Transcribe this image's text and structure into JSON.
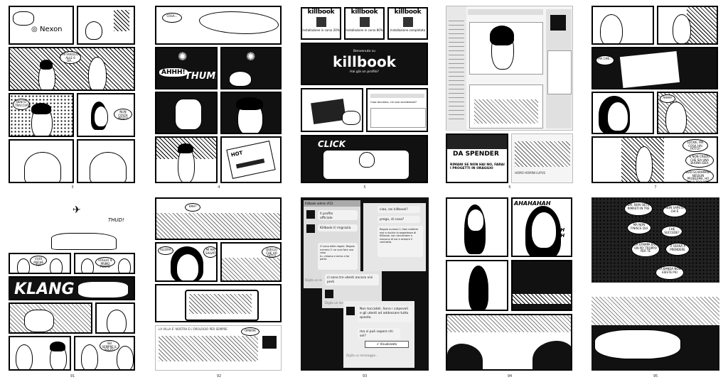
{
  "page_numbers": [
    "3",
    "4",
    "5",
    "6",
    "7",
    "91",
    "92",
    "93",
    "94",
    "95"
  ],
  "p3": {
    "nexon": "Nexon",
    "bubble_1": "MI SVEGLIO ALLE 6 DA...",
    "bubble_2": "BENTO TRACCIATO",
    "bubble_3": "NON COSTA MOLTO"
  },
  "p4": {
    "bubble_1": "COSA...",
    "sfx_ahhh": "AHHH!",
    "sfx_thump": "THUMP",
    "screen_hot": "HOT"
  },
  "p5": {
    "title_1": "killbook",
    "sub_1": "Installazione in corso 20%",
    "title_2": "killbook",
    "sub_2": "Installazione in corso 80%",
    "title_3": "killbook",
    "sub_3": "Installazione completata",
    "banner_welcome": "Benvenuto su",
    "banner_title": "killbook",
    "banner_sub": "Hai già un profilo?",
    "form_label": "Cosa facciamo, chi vuoi accidentare?",
    "sfx_click": "CLICK"
  },
  "p6": {
    "sign_text": "DA SPENDER",
    "caption": "RIMANI SE NON HAI NO, FARAI I PROGETTI IN ORAGGIO",
    "post_label": "HOMO HOMINI LUPUS"
  },
  "p7": {
    "bubble_1": "MA CHE...",
    "bubble_2": "AHHH!",
    "bubble_3": "LUCKIE, MA COSA HAI FATTO?",
    "bubble_4": "E NON CREDO CHE SIA UNA BUONA IDEA",
    "bubble_5": "VEDI SCARAMAN? NESSUN PROBLEMA, HO SOLO PROVATO"
  },
  "p91": {
    "sfx_thud": "THUD!",
    "sfx_klang": "KLANG",
    "bubble_1": "VUOI ANCHE TU?",
    "bubble_2": "VOGLIO IL PRIMO POSTO",
    "bubble_3": "SEI SEMPRE IL SOLITO"
  },
  "p92": {
    "bubble_1": "HAH?",
    "bubble_2": "ALLORA...",
    "bubble_3": "MI HAI SALVATO",
    "bubble_4": "QUELLO CHE HO FATTO",
    "caption": "LA VILLA E' NOSTRA E L'OROLOGIO PER SEMPRE",
    "bubble_5": "OMERIK"
  },
  "p93": {
    "header": "Killbook admin #23",
    "msg_1": "Il profilo\nofficiale",
    "msg_2": "ciao, sei killbook?",
    "msg_3": "Killbook ti ringrazia",
    "msg_4": "prego, di cosa?",
    "msg_5": "Regola numero 1: Non mettere\nmai a rischio la segretezza di\nKillbook, non raccontare a\nnessuno di noi e sempre il\ncontratto.",
    "msg_6": "Ci sono delle regole. Regola\nnumero 2: se vuoi fare una cosa\ntu, chiama e entra a far parte.",
    "msg_7": "ci sono tre utenti ancora vivi\nperò",
    "msg_8": "Non toccateli. Sono i colpevoli\ne gli utenti ad addossare tutto\nquesto.",
    "msg_9": "ma si può sapere chi\nsei?",
    "seen": "✔ Visualizzato",
    "input_1": "Digita un messaggio...",
    "input_2": "Digita un messaggio...",
    "input_3": "Digita un messaggio..."
  },
  "p94": {
    "sfx_ah": "AHAHAHAH",
    "sfx_ah2": "AH AH"
  },
  "p95": {
    "bubble_1": "DAI, NON SIETE RIMASTI IN TRE",
    "bubble_2": "NON SAPETE CHI È",
    "bubble_3": "MA NON FINISCE QUI",
    "bubble_4": "CHE SUCCEDE?",
    "bubble_5": "LA STAMPA ERA UN PO' TROPPO PER TE",
    "bubble_6": "TI VERRÀ A PRENDERE",
    "bubble_7": "LA BANDA NON ESISTE PIÙ"
  }
}
